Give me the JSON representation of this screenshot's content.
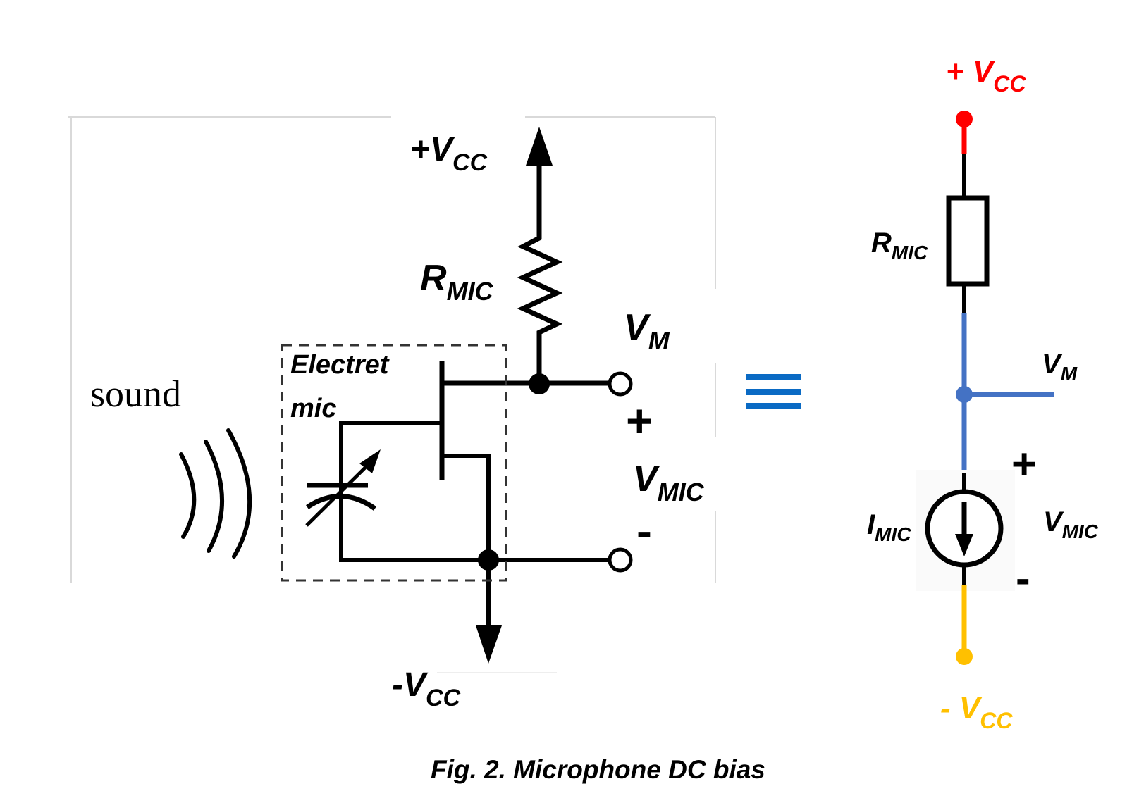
{
  "colors": {
    "line": "#000000",
    "equivalence": "#0A6AC4",
    "positive_supply": "#FF0000",
    "node_vm": "#4472C4",
    "negative_supply": "#FFC000",
    "panel_border": "#D9D9D9"
  },
  "left_circuit": {
    "supply_pos": {
      "prefix": "+V",
      "sub": "CC"
    },
    "supply_neg": {
      "prefix": "-V",
      "sub": "CC"
    },
    "resistor": {
      "main": "R",
      "sub": "MIC"
    },
    "node": {
      "main": "V",
      "sub": "M"
    },
    "voltage": {
      "main": "V",
      "sub": "MIC"
    },
    "plus_sign": "+",
    "minus_sign": "-",
    "sound_label": "sound",
    "box_label_line1": "Electret",
    "box_label_line2": "mic"
  },
  "equivalence_symbol": "≡",
  "right_circuit": {
    "supply_pos": {
      "prefix": "+ V",
      "sub": "CC"
    },
    "supply_neg": {
      "prefix": "- V",
      "sub": "CC"
    },
    "resistor": {
      "main": "R",
      "sub": "MIC"
    },
    "node": {
      "main": "V",
      "sub": "M"
    },
    "current_source": {
      "main": "I",
      "sub": "MIC"
    },
    "voltage": {
      "main": "V",
      "sub": "MIC"
    },
    "plus_sign": "+",
    "minus_sign": "-"
  },
  "caption": "Fig. 2. Microphone DC bias"
}
